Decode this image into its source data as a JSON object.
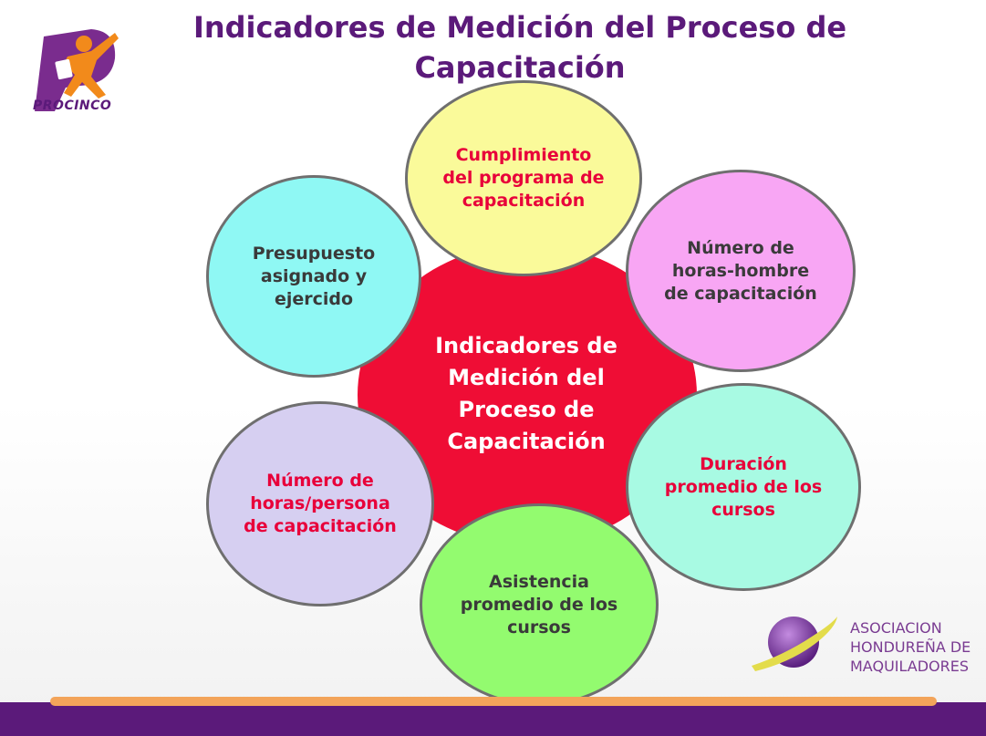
{
  "title": "Indicadores de Medición del Proceso de Capacitación",
  "logo_procinco": "PROCINCO",
  "center": "Indicadores de Medición del Proceso de Capacitación",
  "nodes": [
    {
      "label": "Cumplimiento del programa de capacitación"
    },
    {
      "label": "Número de horas-hombre de capacitación"
    },
    {
      "label": "Duración promedio de los cursos"
    },
    {
      "label": "Asistencia promedio de los cursos"
    },
    {
      "label": "Número de horas/persona de capacitación"
    },
    {
      "label": "Presupuesto asignado y ejercido"
    }
  ],
  "ahm": {
    "line1": "ASOCIACION",
    "line2": "HONDUREÑA DE",
    "line3": "MAQUILADORES"
  },
  "colors": {
    "title": "#5b1a7a",
    "center": "#ef0d35",
    "node_yellow": "#fafa9a",
    "node_pink": "#f8a6f4",
    "node_mint": "#a8fae3",
    "node_green": "#93fb6f",
    "node_lavender": "#d6cff1",
    "node_cyan": "#8ff8f4",
    "footer": "#5b1a7a",
    "footer_line": "#f3a45a"
  }
}
